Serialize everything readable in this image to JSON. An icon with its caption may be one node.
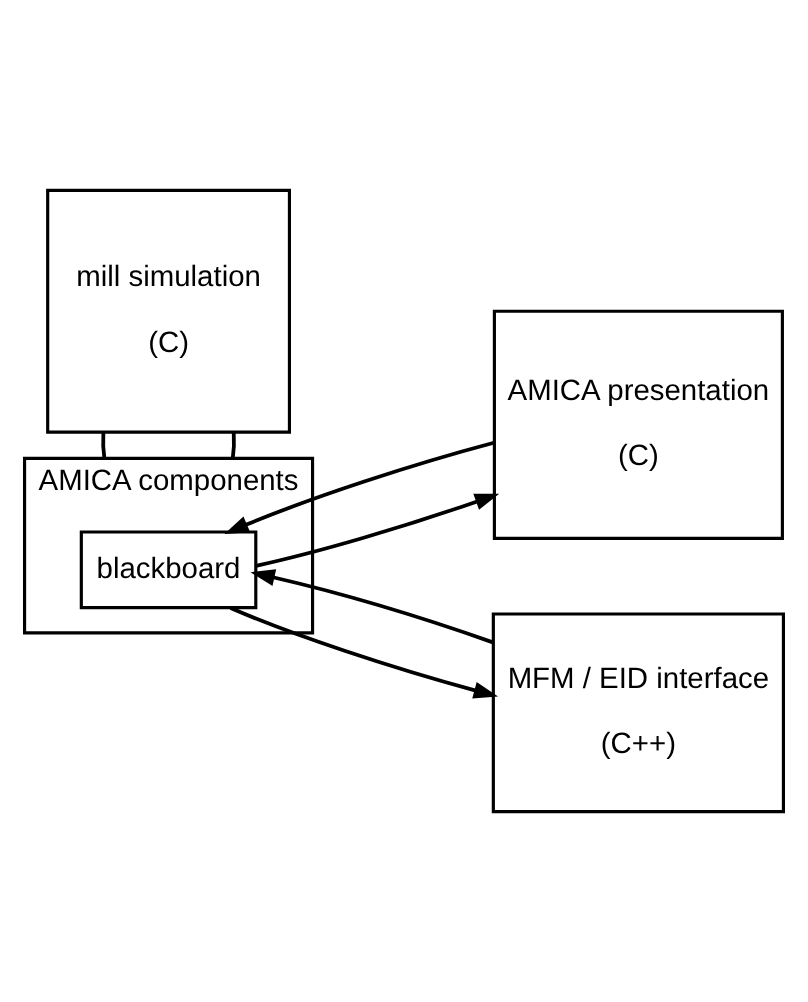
{
  "diagram": {
    "nodes": [
      {
        "text": [
          "AMICA components"
        ]
      },
      {
        "text": [
          "blackboard"
        ],
        "in": 0
      },
      {
        "text": [
          "AMICA presentation",
          "(C)"
        ]
      },
      {
        "text": [
          "MFM / EID interface",
          "(C++)"
        ]
      },
      {
        "text": [
          "mill simulation",
          "(C)"
        ]
      }
    ],
    "edges": [
      {
        "from": 1,
        "to": 2,
        "arrow": "to"
      },
      {
        "from": 2,
        "to": 1,
        "arrow": "to"
      },
      {
        "from": 1,
        "to": 3,
        "arrow": "to"
      },
      {
        "from": 3,
        "to": 1,
        "arrow": "to"
      },
      {
        "from": 0,
        "to": 4,
        "arrow": "none"
      },
      {
        "from": 0,
        "to": 4,
        "arrow": "none"
      }
    ]
  }
}
